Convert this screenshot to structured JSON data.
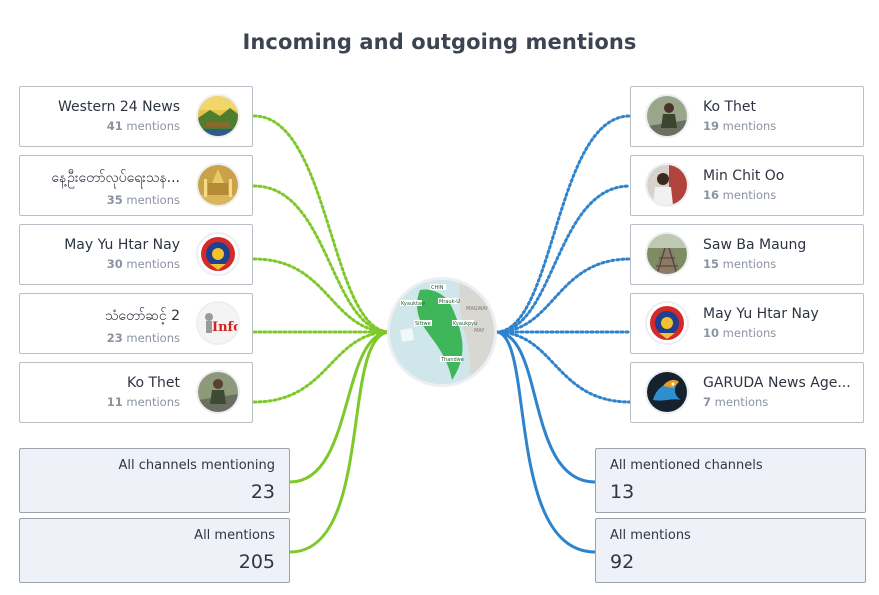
{
  "title": "Incoming and outgoing mentions",
  "colors": {
    "incoming": "#7ec82a",
    "outgoing": "#2f83cc"
  },
  "incoming": [
    {
      "name": "Western 24 News",
      "count": "41",
      "unit": "mentions",
      "avatar": "landscape-avatar"
    },
    {
      "name": "နေ့ဦးတော်လုပ်ရေးသန...",
      "count": "35",
      "unit": "mentions",
      "avatar": "temple-avatar"
    },
    {
      "name": "May Yu Htar Nay",
      "count": "30",
      "unit": "mentions",
      "avatar": "emblem-avatar"
    },
    {
      "name": "သံတော်ဆင့် 2",
      "count": "23",
      "unit": "mentions",
      "avatar": "info-avatar"
    },
    {
      "name": "Ko Thet",
      "count": "11",
      "unit": "mentions",
      "avatar": "person-avatar"
    }
  ],
  "outgoing": [
    {
      "name": "Ko Thet",
      "count": "19",
      "unit": "mentions",
      "avatar": "person-avatar"
    },
    {
      "name": "Min Chit Oo",
      "count": "16",
      "unit": "mentions",
      "avatar": "person-avatar"
    },
    {
      "name": "Saw Ba Maung",
      "count": "15",
      "unit": "mentions",
      "avatar": "railway-avatar"
    },
    {
      "name": "May Yu Htar Nay",
      "count": "10",
      "unit": "mentions",
      "avatar": "emblem-avatar"
    },
    {
      "name": "GARUDA News Age...",
      "count": "7",
      "unit": "mentions",
      "avatar": "bird-avatar"
    }
  ],
  "stats": {
    "incoming_channels": {
      "label": "All channels mentioning",
      "value": "23"
    },
    "incoming_mentions": {
      "label": "All mentions",
      "value": "205"
    },
    "outgoing_channels": {
      "label": "All mentioned channels",
      "value": "13"
    },
    "outgoing_mentions": {
      "label": "All mentions",
      "value": "92"
    }
  },
  "hub": {
    "labels": [
      "CHIN",
      "Mrauk-U",
      "Kyauktaw",
      "MAGWAY",
      "Sittwe",
      "Kyaukpyu",
      "Thandwe",
      "MAY"
    ]
  }
}
